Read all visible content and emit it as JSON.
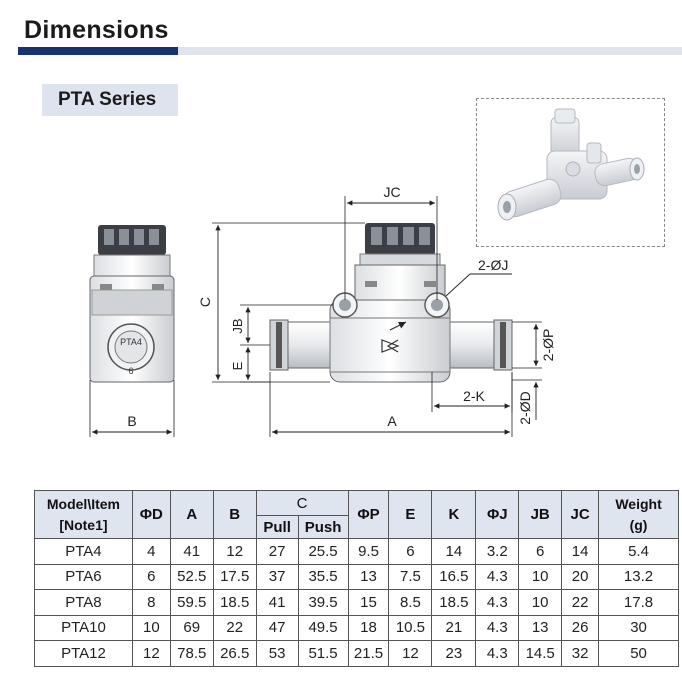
{
  "header": {
    "title": "Dimensions"
  },
  "series": {
    "label": "PTA Series"
  },
  "drawing": {
    "labels": {
      "jc": "JC",
      "c": "C",
      "jb": "JB",
      "e": "E",
      "j": "2-ØJ",
      "p": "2-ØP",
      "k": "2-K",
      "d": "2-ØD",
      "a": "A",
      "b": "B"
    }
  },
  "table": {
    "headers": {
      "model_line1": "Model\\Item",
      "model_line2": "[Note1]",
      "d": "ΦD",
      "a": "A",
      "b": "B",
      "c": "C",
      "c_pull": "Pull",
      "c_push": "Push",
      "p": "ΦP",
      "e": "E",
      "k": "K",
      "j": "ΦJ",
      "jb": "JB",
      "jc": "JC",
      "weight_line1": "Weight",
      "weight_line2": "(g)"
    },
    "rows": [
      {
        "model": "PTA4",
        "d": "4",
        "a": "41",
        "b": "12",
        "pull": "27",
        "push": "25.5",
        "p": "9.5",
        "e": "6",
        "k": "14",
        "j": "3.2",
        "jb": "6",
        "jc": "14",
        "weight": "5.4"
      },
      {
        "model": "PTA6",
        "d": "6",
        "a": "52.5",
        "b": "17.5",
        "pull": "37",
        "push": "35.5",
        "p": "13",
        "e": "7.5",
        "k": "16.5",
        "j": "4.3",
        "jb": "10",
        "jc": "20",
        "weight": "13.2"
      },
      {
        "model": "PTA8",
        "d": "8",
        "a": "59.5",
        "b": "18.5",
        "pull": "41",
        "push": "39.5",
        "p": "15",
        "e": "8.5",
        "k": "18.5",
        "j": "4.3",
        "jb": "10",
        "jc": "22",
        "weight": "17.8"
      },
      {
        "model": "PTA10",
        "d": "10",
        "a": "69",
        "b": "22",
        "pull": "47",
        "push": "49.5",
        "p": "18",
        "e": "10.5",
        "k": "21",
        "j": "4.3",
        "jb": "13",
        "jc": "26",
        "weight": "30"
      },
      {
        "model": "PTA12",
        "d": "12",
        "a": "78.5",
        "b": "26.5",
        "pull": "53",
        "push": "51.5",
        "p": "21.5",
        "e": "12",
        "k": "23",
        "j": "4.3",
        "jb": "14.5",
        "jc": "32",
        "weight": "50"
      }
    ]
  }
}
